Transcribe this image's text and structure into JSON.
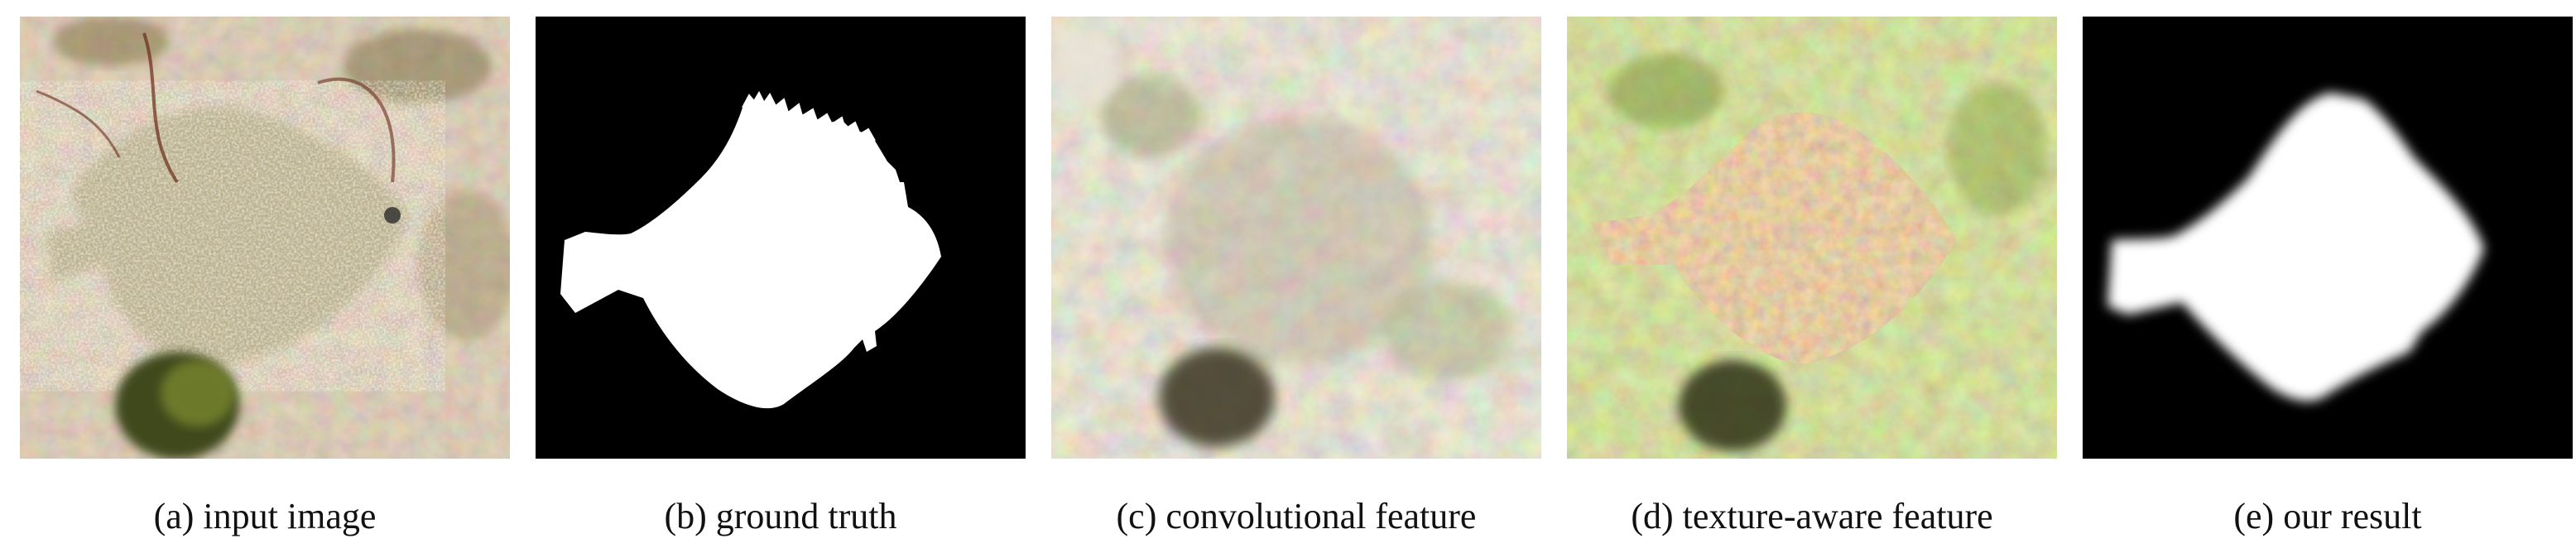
{
  "figure": {
    "panels": [
      {
        "caption": "(a) input image"
      },
      {
        "caption": "(b) ground truth"
      },
      {
        "caption": "(c) convolutional feature"
      },
      {
        "caption": "(d) texture-aware feature"
      },
      {
        "caption": "(e) our result"
      }
    ]
  },
  "colors": {
    "mask_bg": "#000000",
    "mask_fg": "#ffffff",
    "sand": "#c8b49a",
    "algae": "#9aa24a"
  }
}
